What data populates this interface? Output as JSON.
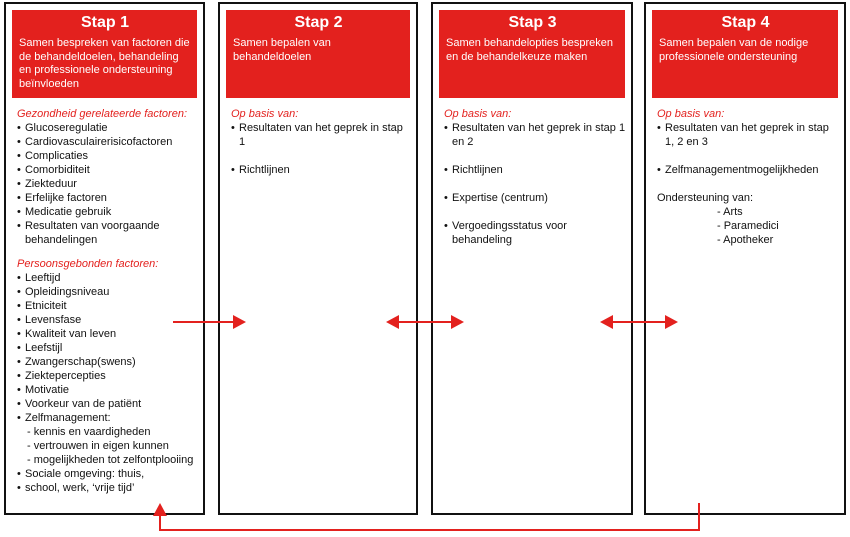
{
  "steps": [
    {
      "title": "Stap 1",
      "description": "Samen bespreken van factoren die de behandeldoelen, behandeling en professionele ondersteuning beïnvloeden",
      "section1_heading": "Gezondheid gerelateerde factoren:",
      "section1_items": [
        "Glucoseregulatie",
        "Cardiovasculairerisicofactoren",
        "Complicaties",
        "Comorbiditeit",
        "Ziekteduur",
        "Erfelijke factoren",
        "Medicatie gebruik",
        "Resultaten van voorgaande behandelingen"
      ],
      "section2_heading": "Persoonsgebonden factoren:",
      "section2_items": [
        "Leeftijd",
        "Opleidingsniveau",
        "Etniciteit",
        "Levensfase",
        "Kwaliteit van leven",
        "Leefstijl",
        "Zwangerschap(swens)",
        "Ziektepercepties",
        "Motivatie",
        "Voorkeur van de patiënt",
        "Zelfmanagement:"
      ],
      "zelfmanagement_sub": [
        "- kennis en vaardigheden",
        "- vertrouwen in eigen kunnen",
        "- mogelijkheden tot zelfontplooiing"
      ],
      "section2_tail": [
        "Sociale omgeving: thuis,",
        "school, werk, ‘vrije tijd’"
      ]
    },
    {
      "title": "Stap 2",
      "description": "Samen bepalen van behandeldoelen",
      "basis_heading": "Op basis van:",
      "items": [
        "Resultaten van het geprek in stap 1",
        "Richtlijnen"
      ]
    },
    {
      "title": "Stap 3",
      "description": "Samen behandelopties bespreken en de behandelkeuze maken",
      "basis_heading": "Op basis van:",
      "items": [
        "Resultaten van het geprek in stap 1 en 2",
        "Richtlijnen",
        "Expertise (centrum)",
        "Vergoedingsstatus voor behandeling"
      ]
    },
    {
      "title": "Stap 4",
      "description": "Samen bepalen van de nodige professionele ondersteuning",
      "basis_heading": "Op basis van:",
      "items": [
        "Resultaten van het geprek in stap 1, 2 en 3",
        "Zelfmanagementmogelijkheden"
      ],
      "support_heading": "Ondersteuning van:",
      "support_items": [
        "- Arts",
        "- Paramedici",
        "- Apotheker"
      ]
    }
  ],
  "colors": {
    "accent": "#e3211e",
    "border": "#111111"
  }
}
